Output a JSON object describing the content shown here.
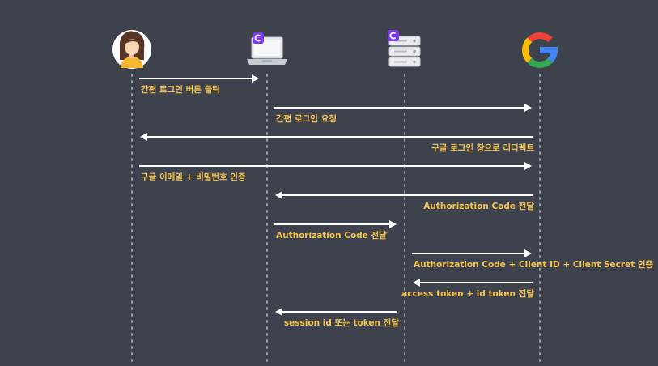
{
  "colors": {
    "background": "#3d424c",
    "lifeline": "#9aa0aa",
    "arrow": "#ffffff",
    "label": "#f5c451",
    "brand": "#7c3aed"
  },
  "participants": [
    {
      "id": "user",
      "icon": "user-avatar-icon"
    },
    {
      "id": "client",
      "icon": "laptop-icon",
      "badge": "brand-logo-icon"
    },
    {
      "id": "server",
      "icon": "server-icon",
      "badge": "brand-logo-icon"
    },
    {
      "id": "google",
      "icon": "google-logo-icon"
    }
  ],
  "messages": [
    {
      "from": 0,
      "to": 1,
      "label": "간편 로그인 버튼 클릭"
    },
    {
      "from": 1,
      "to": 3,
      "label": "간편 로그인 요청"
    },
    {
      "from": 3,
      "to": 0,
      "label": "구글 로그인 창으로 리디렉트"
    },
    {
      "from": 0,
      "to": 3,
      "label": "구글 이메일 + 비밀번호 인증"
    },
    {
      "from": 3,
      "to": 1,
      "label": "Authorization Code 전달"
    },
    {
      "from": 1,
      "to": 2,
      "label": "Authorization Code 전달"
    },
    {
      "from": 2,
      "to": 3,
      "label": "Authorization Code + Client ID + Client Secret 인증"
    },
    {
      "from": 3,
      "to": 2,
      "label": "access token + id token 전달"
    },
    {
      "from": 2,
      "to": 1,
      "label": "session id 또는 token 전달"
    }
  ]
}
